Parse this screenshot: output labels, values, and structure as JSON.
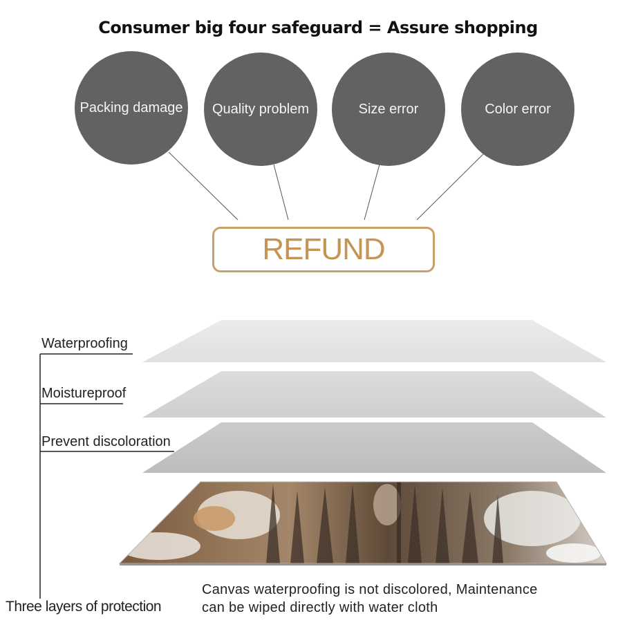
{
  "header": {
    "title": "Consumer big four safeguard = Assure shopping"
  },
  "safeguards": [
    {
      "label": "Packing  damage"
    },
    {
      "label": "Quality  problem"
    },
    {
      "label": "Size  error"
    },
    {
      "label": "Color  error"
    }
  ],
  "refund": {
    "label": "REFUND"
  },
  "layers": [
    {
      "label": "Waterproofing"
    },
    {
      "label": "Moistureproof"
    },
    {
      "label": "Prevent  discoloration"
    }
  ],
  "protection": {
    "label": "Three layers of protection"
  },
  "note": {
    "line1": "Canvas  waterproofing  is  not  discolored,  Maintenance",
    "line2": "can  be  wiped  directly  with  water  cloth"
  },
  "colors": {
    "circle": "#636263",
    "refund_accent": "#c49356",
    "layer_top": "#e6e6e6",
    "layer_mid": "#d6d6d6",
    "layer_bottom": "#c4c4c4"
  }
}
